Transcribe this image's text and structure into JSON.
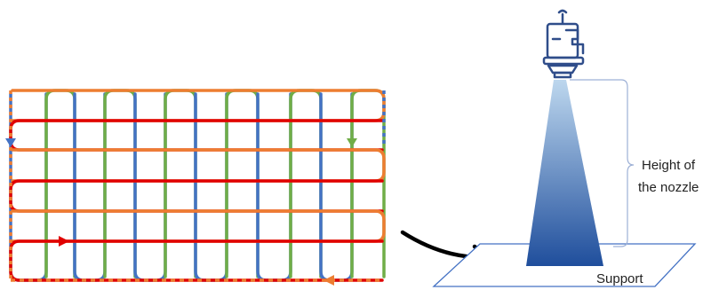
{
  "labels": {
    "height_line1": "Height of",
    "height_line2": "the nozzle",
    "support": "Support"
  },
  "colors": {
    "orange": "#ED7D31",
    "red": "#E00000",
    "green": "#70AD47",
    "blue": "#4472C4",
    "nozzle": "#2F4D8A",
    "spray_top": "#BDD7EE",
    "spray_bottom": "#1F4E9C",
    "support_edge": "#4472C4",
    "bracket": "#9DB0D6",
    "arrow": "#000000"
  },
  "icons": {
    "nozzle": "spray-nozzle-icon",
    "arrow": "curved-arrow-icon"
  }
}
